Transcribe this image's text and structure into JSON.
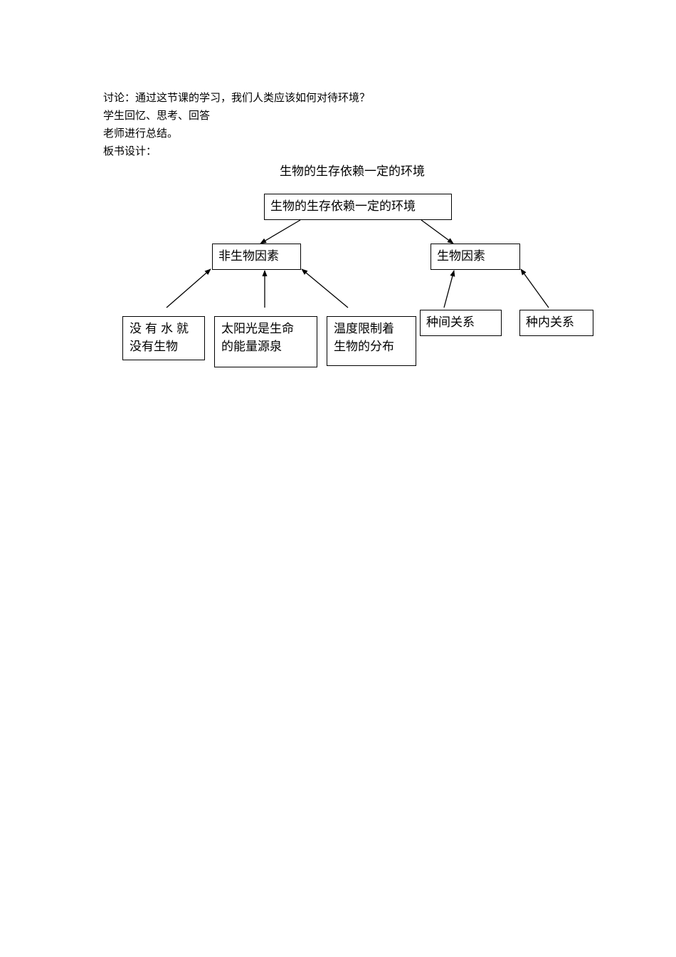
{
  "paragraphs": [
    "讨论：通过这节课的学习，我们人类应该如何对待环境？",
    "学生回忆、思考、回答",
    "老师进行总结。",
    "板书设计："
  ],
  "diagram": {
    "title": "生物的生存依赖一定的环境",
    "root": "生物的生存依赖一定的环境",
    "abiotic": "非生物因素",
    "biotic": "生物因素",
    "water": [
      "没有水就",
      "没有生物"
    ],
    "sun": [
      "太阳光是生命",
      "的能量源泉"
    ],
    "temp": [
      "温度限制着",
      "生物的分布"
    ],
    "interspecific": "种间关系",
    "intraspecific": "种内关系"
  }
}
